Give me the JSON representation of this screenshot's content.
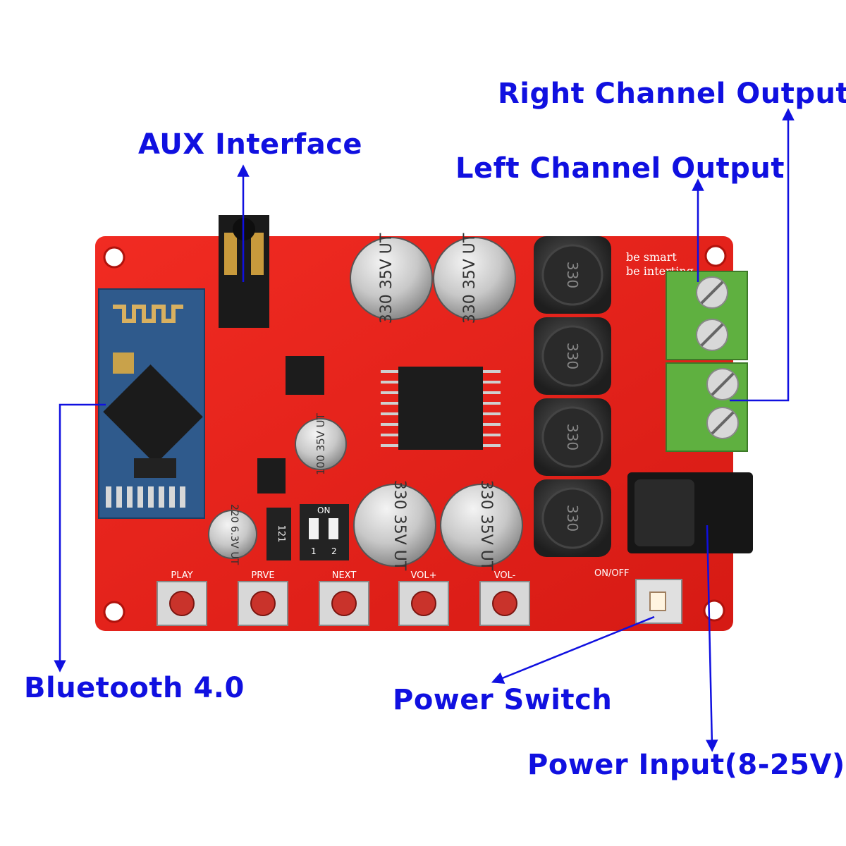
{
  "labels": {
    "right_channel_output": "Right Channel Output",
    "left_channel_output": "Left Channel Output",
    "aux_interface": "AUX Interface",
    "bluetooth": "Bluetooth 4.0",
    "power_switch": "Power Switch",
    "power_input": "Power Input(8-25V)"
  },
  "board": {
    "silkscreen_slogan_1": "be smart",
    "silkscreen_slogan_2": "be interting",
    "button_labels": [
      "PLAY",
      "PRVE",
      "NEXT",
      "VOL+",
      "VOL-"
    ],
    "switch_label": "ON/OFF",
    "large_capacitor_marking": [
      "330",
      "35V",
      "UT"
    ],
    "small_capacitor_marking": [
      "100",
      "35V",
      "UT"
    ],
    "tiny_capacitor_marking": [
      "220",
      "6.3V",
      "UT"
    ],
    "inductor_marking": "330",
    "resistor_marking": "121",
    "dip_switch_marking": [
      "ON",
      "1",
      "2"
    ]
  },
  "colors": {
    "label_blue": "#1010e0",
    "board_red": "#e8231d",
    "terminal_green": "#5fb040",
    "module_blue": "#2f5a8c"
  }
}
